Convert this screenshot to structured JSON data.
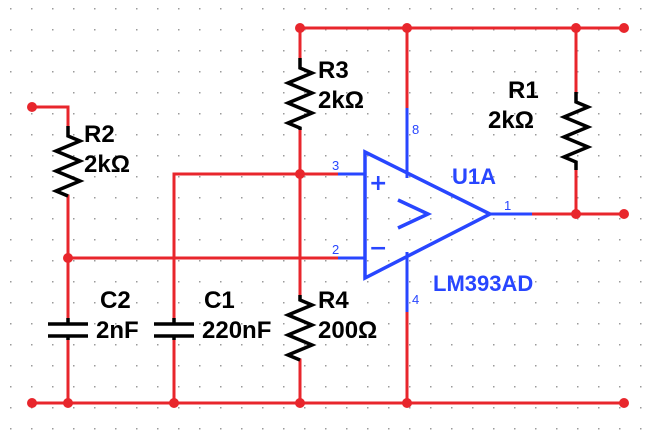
{
  "components": {
    "R1": {
      "ref": "R1",
      "value": "2kΩ"
    },
    "R2": {
      "ref": "R2",
      "value": "2kΩ"
    },
    "R3": {
      "ref": "R3",
      "value": "2kΩ"
    },
    "R4": {
      "ref": "R4",
      "value": "200Ω"
    },
    "C1": {
      "ref": "C1",
      "value": "220nF"
    },
    "C2": {
      "ref": "C2",
      "value": "2nF"
    },
    "U1A": {
      "ref": "U1A",
      "part": "LM393AD"
    }
  },
  "pins": {
    "noninv": "3",
    "inv": "2",
    "out": "1",
    "vcc": "8",
    "gnd": "4"
  },
  "signs": {
    "plus": "+",
    "minus": "−"
  },
  "colors": {
    "wire": "#e8262c",
    "opamp": "#2846ff",
    "component": "#000000",
    "grid": "#9a9a9a"
  }
}
